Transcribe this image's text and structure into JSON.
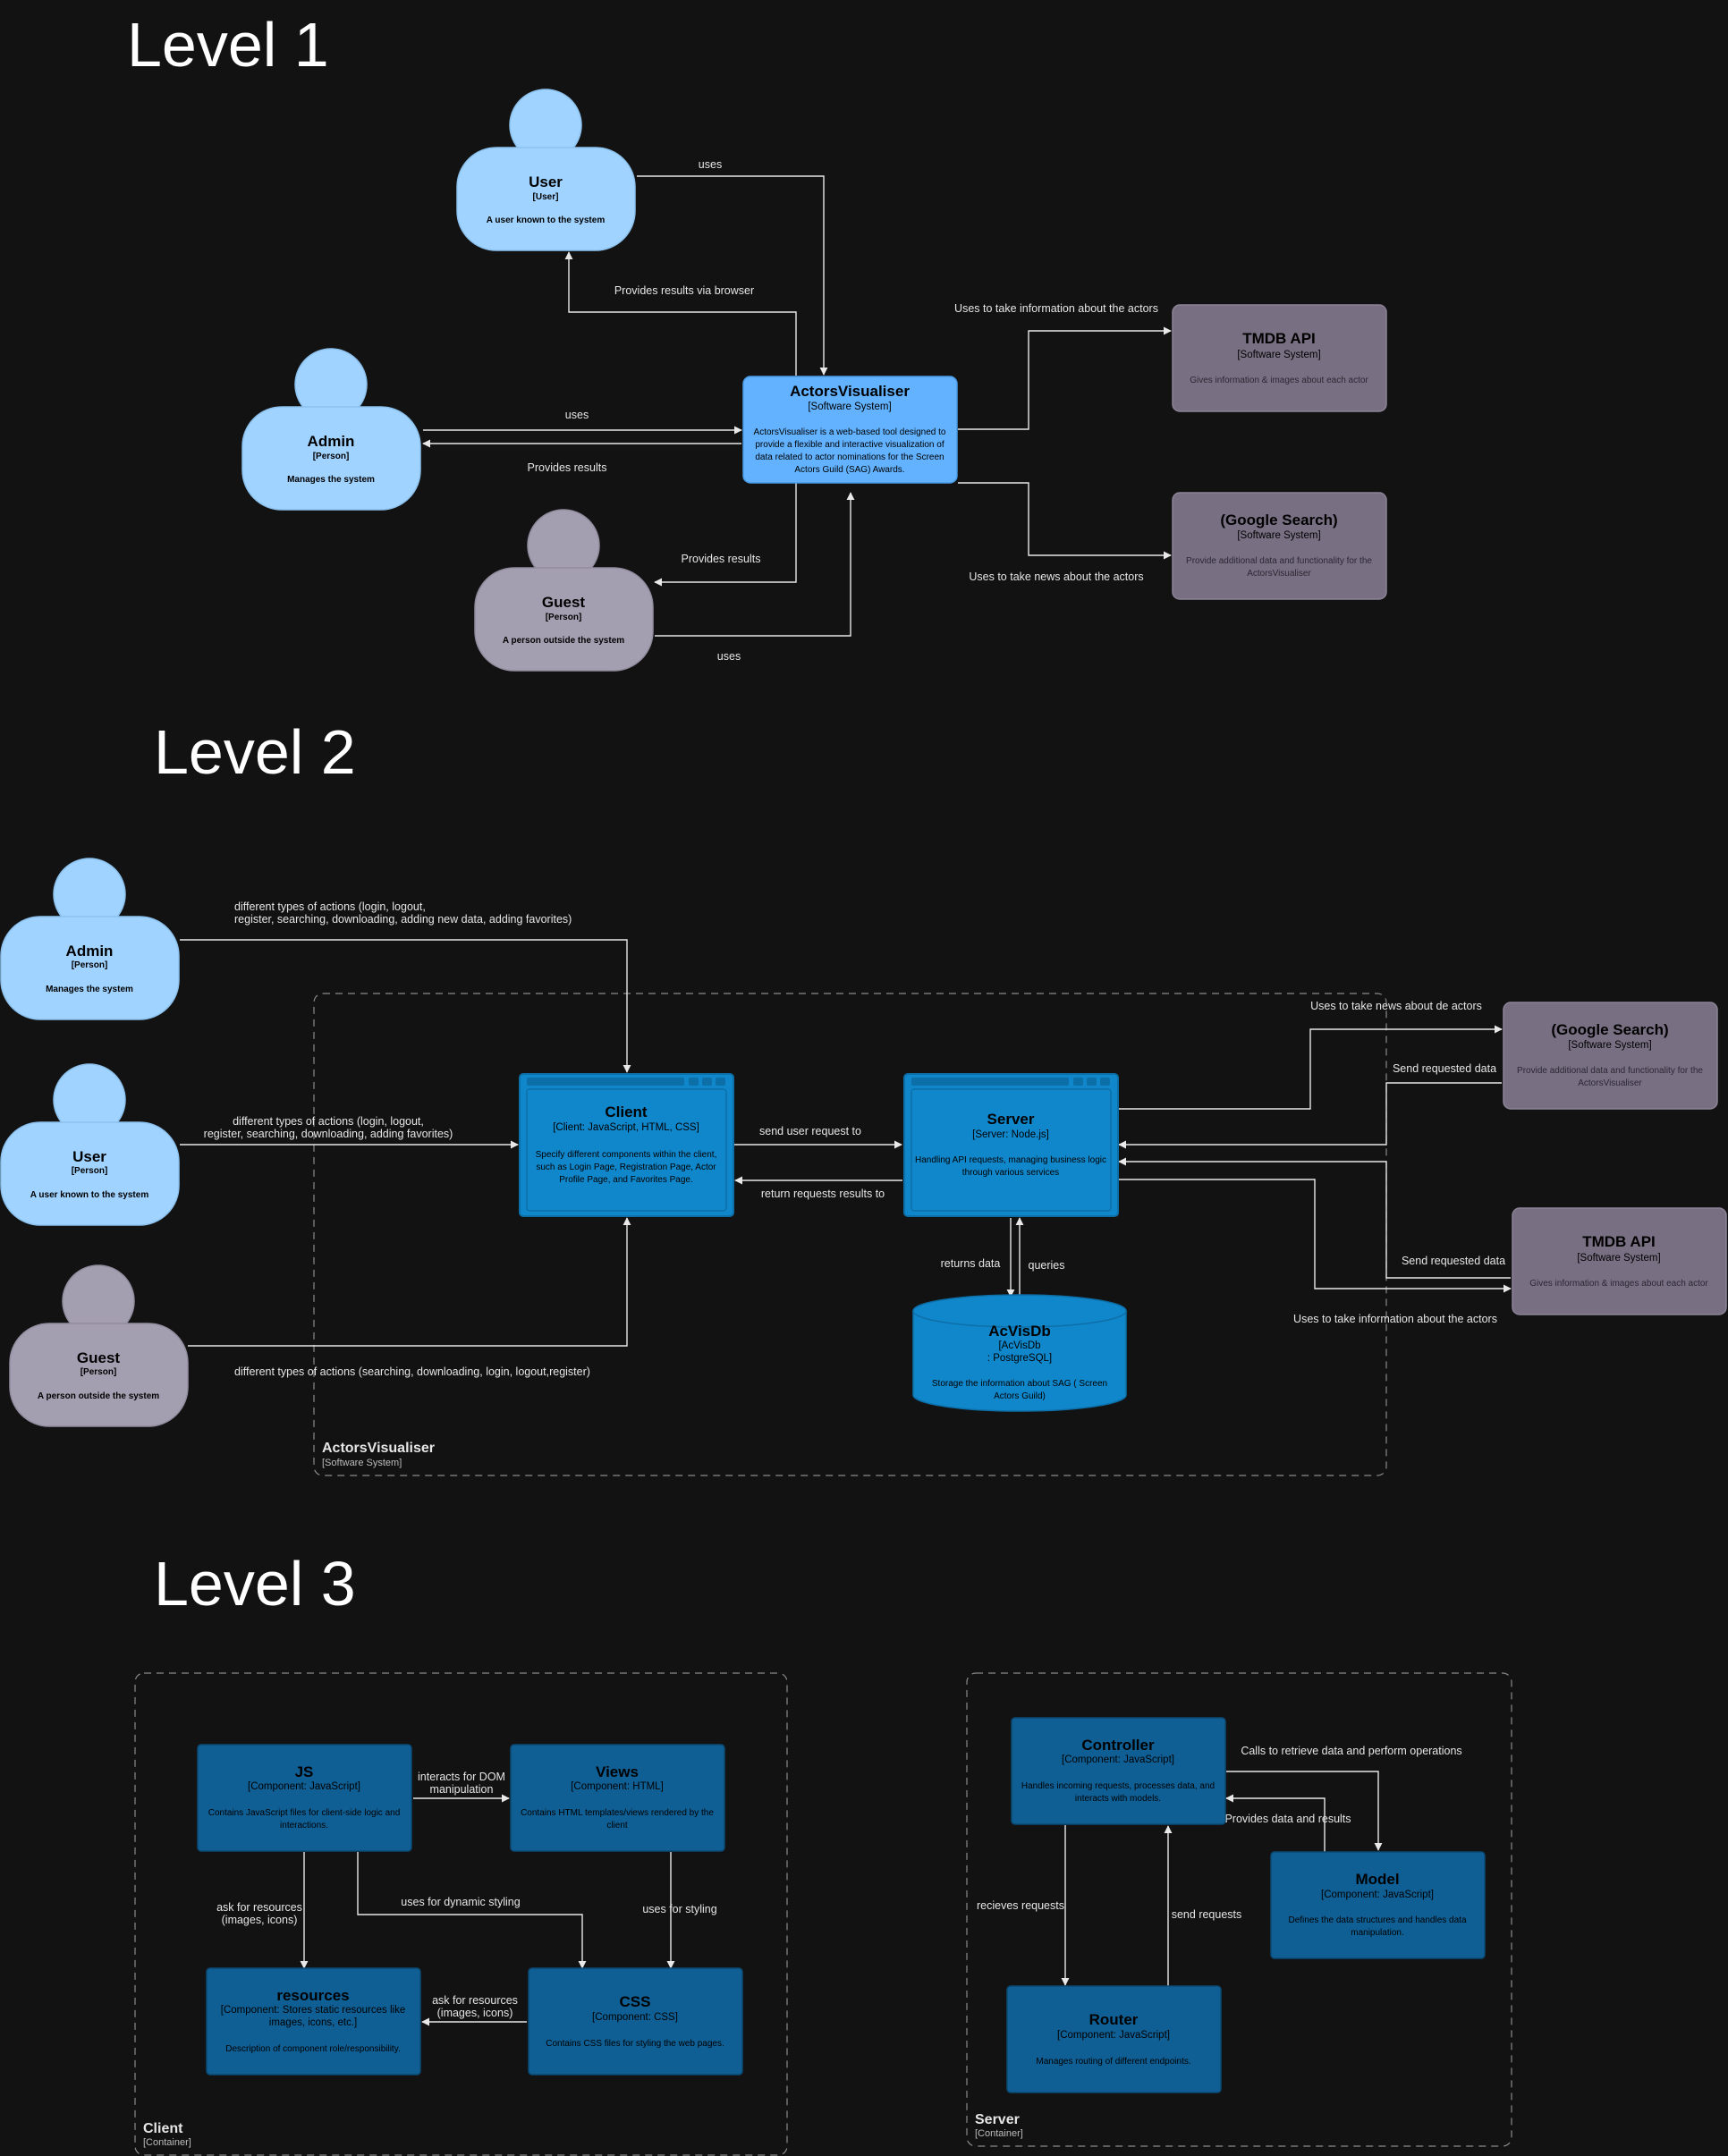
{
  "levels": [
    "Level 1",
    "Level 2",
    "Level 3"
  ],
  "colors": {
    "background": "#121212",
    "person": "#a0d3ff",
    "person_external": "#a49fb0",
    "system": "#62b2ff",
    "system_external": "#786f82",
    "container": "#1187cb",
    "component": "#0f5f95",
    "edge": "#e8e8e8"
  },
  "level1": {
    "user": {
      "name": "User",
      "type": "[User]",
      "desc": [
        "A user known to the system"
      ]
    },
    "admin": {
      "name": "Admin",
      "type": "[Person]",
      "desc": [
        "Manages the system"
      ]
    },
    "guest": {
      "name": "Guest",
      "type": "[Person]",
      "desc": [
        "A person outside the system"
      ]
    },
    "system": {
      "name": "ActorsVisualiser",
      "type": "[Software System]",
      "desc": [
        "ActorsVisualiser is a web-based tool designed to",
        "provide a flexible and interactive visualization of",
        "data related to actor nominations for the Screen",
        "Actors Guild (SAG) Awards."
      ]
    },
    "tmdb": {
      "name": "TMDB API",
      "type": "[Software System]",
      "desc": [
        "Gives information & images about each actor"
      ]
    },
    "google": {
      "name": "(Google Search)",
      "type": "[Software System]",
      "desc": [
        "Provide additional data and functionality for the",
        "ActorsVisualiser"
      ]
    },
    "edges": {
      "user_uses": "uses",
      "results_browser": "Provides results via browser",
      "admin_uses": "uses",
      "admin_results": "Provides results",
      "guest_results": "Provides results",
      "guest_uses": "uses",
      "to_tmdb": "Uses to take information about the actors",
      "to_google": "Uses to take news about the actors"
    }
  },
  "level2": {
    "admin": {
      "name": "Admin",
      "type": "[Person]",
      "desc": [
        "Manages the system"
      ]
    },
    "user": {
      "name": "User",
      "type": "[Person]",
      "desc": [
        "A user known to the system"
      ]
    },
    "guest": {
      "name": "Guest",
      "type": "[Person]",
      "desc": [
        "A person outside the system"
      ]
    },
    "boundary": {
      "name": "ActorsVisualiser",
      "type": "[Software System]"
    },
    "client": {
      "name": "Client",
      "type": "[Client: JavaScript, HTML, CSS]",
      "desc": [
        "Specify different components within the client,",
        "such as Login Page, Registration Page, Actor",
        "Profile Page, and Favorites Page."
      ]
    },
    "server": {
      "name": "Server",
      "type": "[Server: Node.js]",
      "desc": [
        "Handling API requests, managing business logic",
        "through various services"
      ]
    },
    "db": {
      "name": "AcVisDb",
      "type": [
        "[AcVisDb",
        ": PostgreSQL]"
      ],
      "desc": [
        "Storage the information about SAG ( Screen",
        "Actors Guild)"
      ]
    },
    "google": {
      "name": "(Google Search)",
      "type": "[Software System]",
      "desc": [
        "Provide additional data and functionality for the",
        "ActorsVisualiser"
      ]
    },
    "tmdb": {
      "name": "TMDB API",
      "type": "[Software System]",
      "desc": [
        "Gives information & images about each actor"
      ]
    },
    "edges": {
      "admin_actions": [
        "different types of actions (login, logout,",
        "register, searching, downloading, adding new data, adding favorites)"
      ],
      "user_actions": [
        "different types of actions (login, logout,",
        "register, searching, downloading, adding favorites)"
      ],
      "guest_actions": "different types of actions (searching, downloading, login, logout,register)",
      "send_request": "send user request to",
      "return_results": "return requests results to",
      "returns_data": "returns data",
      "queries": "queries",
      "to_google": "Uses to take news about de actors",
      "google_send": "Send requested data",
      "tmdb_send": "Send requested data",
      "to_tmdb": "Uses to take information about the actors"
    }
  },
  "level3": {
    "client_boundary": {
      "name": "Client",
      "type": "[Container]"
    },
    "server_boundary": {
      "name": "Server",
      "type": "[Container]"
    },
    "js": {
      "name": "JS",
      "type": "[Component: JavaScript]",
      "desc": [
        "Contains JavaScript files for client-side logic and",
        "interactions."
      ]
    },
    "views": {
      "name": "Views",
      "type": "[Component: HTML]",
      "desc": [
        "Contains HTML templates/views rendered by the",
        "client"
      ]
    },
    "resources": {
      "name": "resources",
      "type": [
        "[Component: Stores static resources like",
        "images, icons, etc.]"
      ],
      "desc": [
        "Description of component role/responsibility."
      ]
    },
    "css": {
      "name": "CSS",
      "type": "[Component: CSS]",
      "desc": [
        "Contains CSS files for styling the web pages."
      ]
    },
    "controller": {
      "name": "Controller",
      "type": "[Component: JavaScript]",
      "desc": [
        "Handles incoming requests, processes data, and",
        "interacts with models."
      ]
    },
    "model": {
      "name": "Model",
      "type": "[Component: JavaScript]",
      "desc": [
        "Defines the data structures and handles data",
        "manipulation."
      ]
    },
    "router": {
      "name": "Router",
      "type": "[Component: JavaScript]",
      "desc": [
        "Manages routing of different endpoints."
      ]
    },
    "edges": {
      "dom": [
        "interacts for DOM",
        "manipulation"
      ],
      "dynamic_styling": "uses for dynamic styling",
      "styling": "uses for styling",
      "ask_js": [
        "ask for resources",
        "(images, icons)"
      ],
      "ask_css": [
        "ask for resources",
        "(images, icons)"
      ],
      "calls": "Calls to retrieve data and perform operations",
      "provides": "Provides data and results",
      "recieves": "recieves requests",
      "send": "send requests"
    }
  }
}
